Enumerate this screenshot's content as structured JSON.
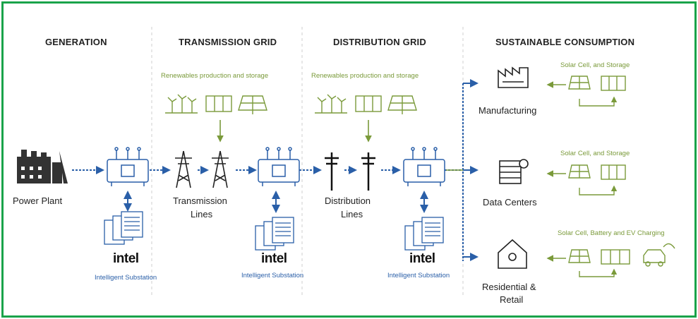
{
  "sections": {
    "generation": "GENERATION",
    "transmission": "TRANSMISSION GRID",
    "distribution": "DISTRIBUTION GRID",
    "consumption": "SUSTAINABLE CONSUMPTION"
  },
  "nodes": {
    "power_plant": "Power Plant",
    "transmission_lines_1": "Transmission",
    "transmission_lines_2": "Lines",
    "distribution_lines_1": "Distribution",
    "distribution_lines_2": "Lines",
    "manufacturing": "Manufacturing",
    "data_centers": "Data Centers",
    "residential_1": "Residential &",
    "residential_2": "Retail"
  },
  "renewables": {
    "transmission_note": "Renewables production and storage",
    "distribution_note": "Renewables production and storage"
  },
  "consumption_notes": {
    "manufacturing": "Solar Cell, and Storage",
    "data_centers": "Solar Cell, and Storage",
    "residential": "Solar Cell, Battery and EV Charging"
  },
  "substations": {
    "logo": "intel",
    "label": "Intelligent Substation"
  },
  "colors": {
    "border": "#1aa34a",
    "flow": "#2a5fa8",
    "renewable": "#7a9a3a",
    "text": "#222222"
  }
}
